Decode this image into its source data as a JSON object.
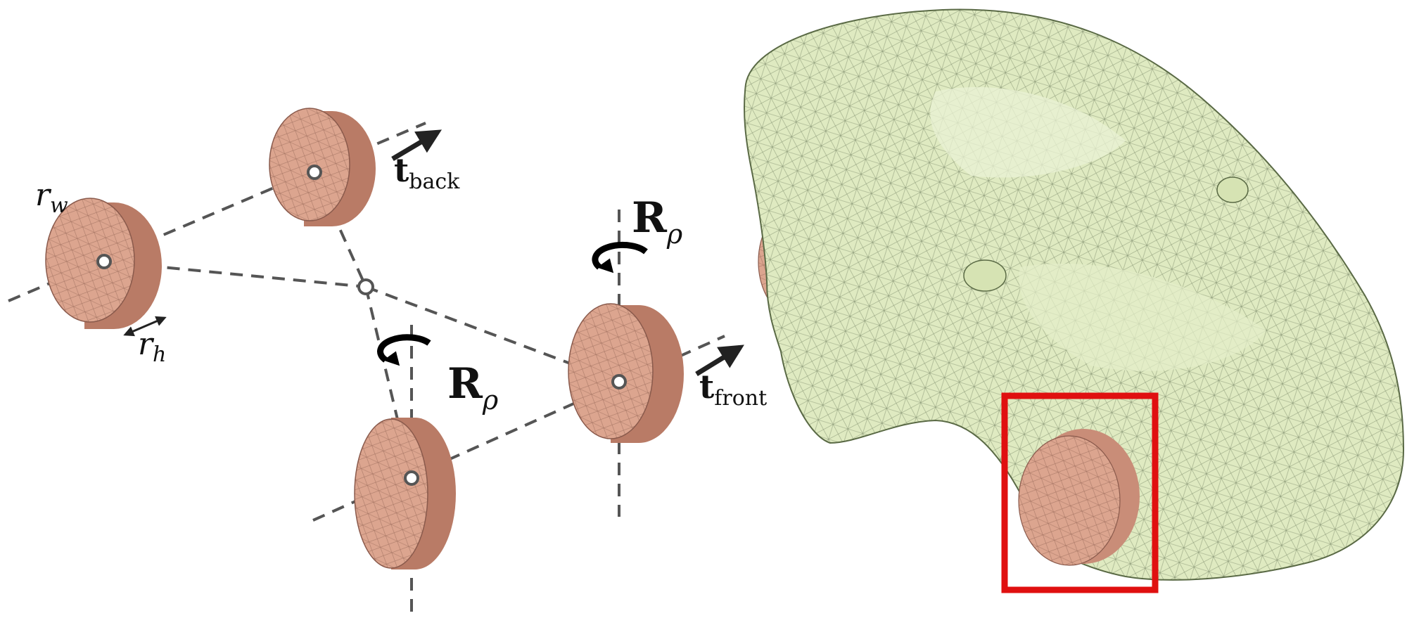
{
  "labels": {
    "wheel_radius": {
      "main": "r",
      "sub": "w"
    },
    "wheel_half_width": {
      "main": "r",
      "sub": "h"
    },
    "back_translation": {
      "main": "t",
      "sub": "back"
    },
    "front_translation": {
      "main": "t",
      "sub": "front"
    },
    "rotation_top": {
      "main": "R",
      "sub": "ρ"
    },
    "rotation_middle": {
      "main": "R",
      "sub": "ρ"
    }
  },
  "colors": {
    "wheel_fill": "#dca58f",
    "wheel_dark": "#b97b66",
    "wheel_mesh": "#7a4e42",
    "car_fill": "#dfeac1",
    "car_mesh": "#4d5a3f",
    "dash_line": "#555555",
    "arrow": "#222222",
    "highlight_box": "#e01010"
  }
}
